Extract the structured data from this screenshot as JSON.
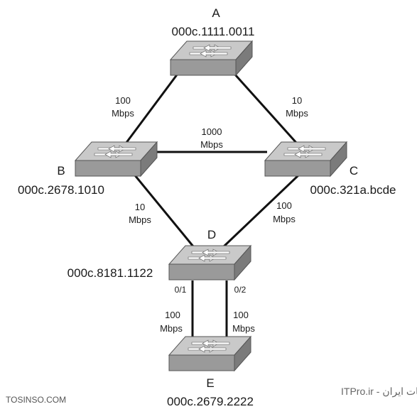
{
  "diagram": {
    "switches": {
      "A": {
        "name": "A",
        "mac": "000c.1111.0011"
      },
      "B": {
        "name": "B",
        "mac": "000c.2678.1010"
      },
      "C": {
        "name": "C",
        "mac": "000c.321a.bcde"
      },
      "D": {
        "name": "D",
        "mac": "000c.8181.1122"
      },
      "E": {
        "name": "E",
        "mac": "000c.2679.2222"
      }
    },
    "links": {
      "ab": {
        "l1": "100",
        "l2": "Mbps"
      },
      "ac": {
        "l1": "10",
        "l2": "Mbps"
      },
      "bc": {
        "l1": "1000",
        "l2": "Mbps"
      },
      "bd": {
        "l1": "10",
        "l2": "Mbps"
      },
      "cd": {
        "l1": "100",
        "l2": "Mbps"
      },
      "de1": {
        "l1": "100",
        "l2": "Mbps",
        "port": "0/1"
      },
      "de2": {
        "l1": "100",
        "l2": "Mbps",
        "port": "0/2"
      }
    },
    "watermark": {
      "left": "TOSINSO.COM",
      "right": "انجمن تخصصی فناوری اطلاعات ایران - ITPro.ir"
    }
  },
  "colors": {
    "switch_top": "#c9c9c9",
    "switch_front": "#9a9a9a",
    "switch_side": "#7b7b7b",
    "switch_outline": "#555555",
    "link": "#111111"
  }
}
